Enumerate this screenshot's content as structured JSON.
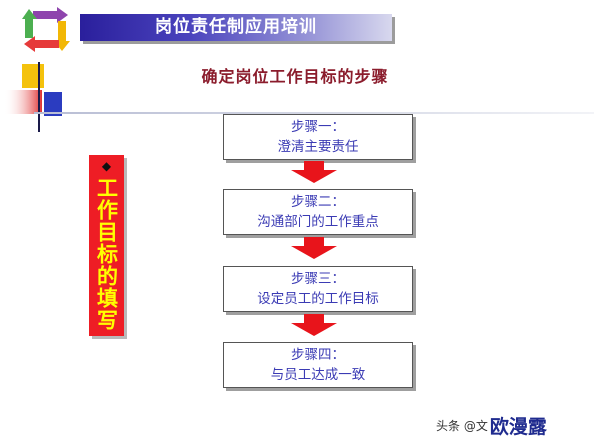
{
  "header": {
    "title": "岗位责任制应用培训"
  },
  "diagram": {
    "subtitle": "确定岗位工作目标的步骤",
    "side_label": "工作目标的填写",
    "steps": [
      {
        "title": "步骤一：",
        "text": "澄清主要责任"
      },
      {
        "title": "步骤二：",
        "text": "沟通部门的工作重点"
      },
      {
        "title": "步骤三：",
        "text": "设定员工的工作目标"
      },
      {
        "title": "步骤四：",
        "text": "与员工达成一致"
      }
    ]
  },
  "watermark": {
    "source": "头条 @文",
    "name": "欧漫露"
  },
  "colors": {
    "title_bar": "#3a30b0",
    "step_text": "#3b3bb4",
    "arrow": "#e8141b",
    "side_label_bg": "#ee1d25",
    "side_label_text": "#ffff00",
    "subtitle": "#8b1c2c"
  }
}
